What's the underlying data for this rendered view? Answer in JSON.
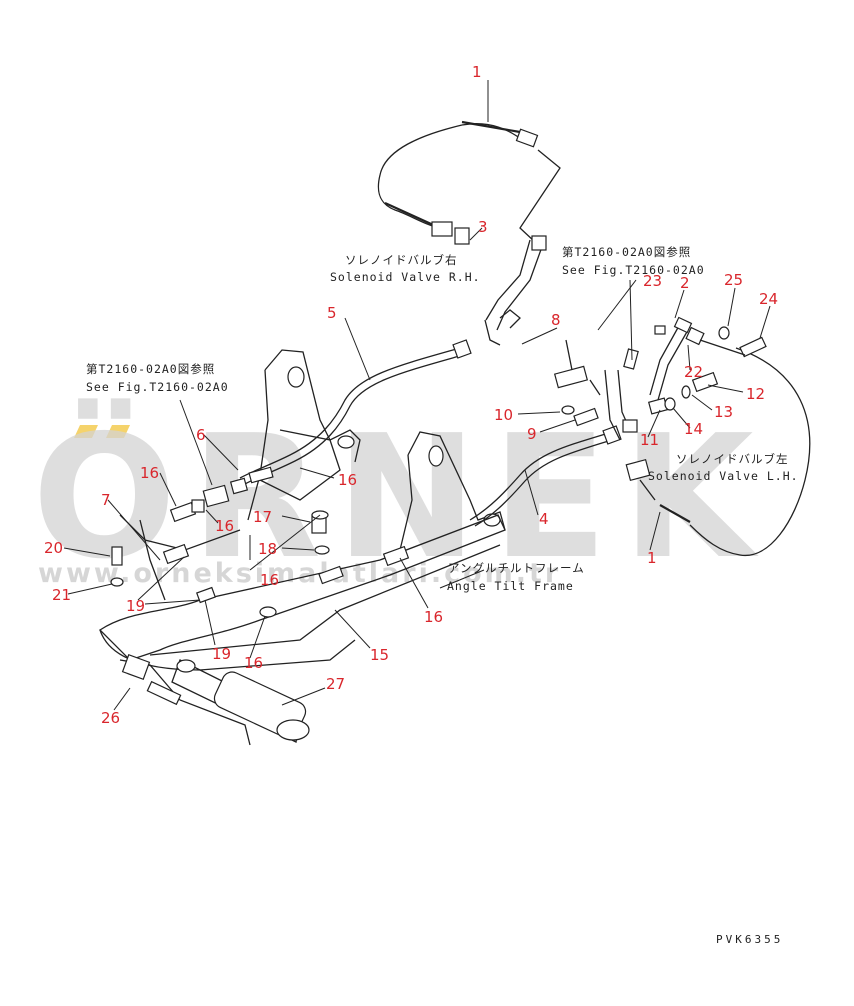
{
  "watermark": {
    "brand": "ÖRNEK",
    "url": "www.orneksimalatlari.com.tr",
    "accent_color": "#f5d36b"
  },
  "annotations": {
    "solenoid_rh_jp": "ソレノイドバルブ右",
    "solenoid_rh_en": "Solenoid Valve R.H.",
    "solenoid_lh_jp": "ソレノイドバルブ左",
    "solenoid_lh_en": "Solenoid Valve L.H.",
    "see_fig_jp_right": "第T2160-02A0図参照",
    "see_fig_en_right": "See Fig.T2160-02A0",
    "see_fig_jp_left": "第T2160-02A0図参照",
    "see_fig_en_left": "See Fig.T2160-02A0",
    "angle_tilt_jp": "アングルチルトフレーム",
    "angle_tilt_en": "Angle Tilt Frame"
  },
  "drawing_number": "PVK6355",
  "callouts": [
    "1",
    "3",
    "5",
    "8",
    "23",
    "2",
    "25",
    "24",
    "22",
    "12",
    "13",
    "10",
    "9",
    "14",
    "11",
    "1",
    "4",
    "6",
    "16",
    "16",
    "16",
    "17",
    "18",
    "7",
    "20",
    "21",
    "19",
    "16",
    "19",
    "16",
    "16",
    "15",
    "27",
    "26"
  ],
  "colors": {
    "callout": "#d9262c",
    "line": "#222222",
    "watermark": "#d4d4d4"
  }
}
